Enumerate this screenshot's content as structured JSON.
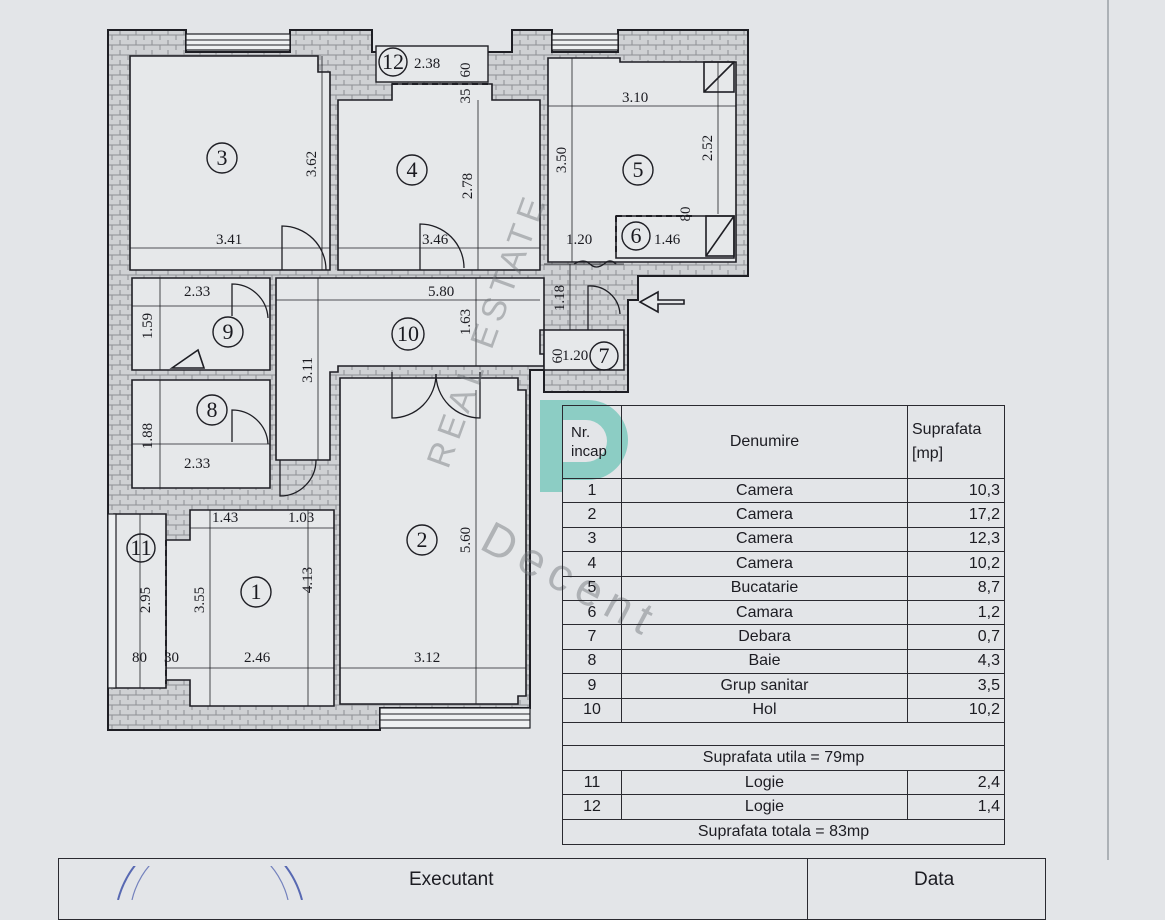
{
  "rooms_on_plan": {
    "r1": "1",
    "r2": "2",
    "r3": "3",
    "r4": "4",
    "r5": "5",
    "r6": "6",
    "r7": "7",
    "r8": "8",
    "r9": "9",
    "r10": "10",
    "r11": "11",
    "r12": "12"
  },
  "dimensions": {
    "d_2_38": "2.38",
    "d_60_top": "60",
    "d_35": "35",
    "d_3_10": "3.10",
    "d_3_62": "3.62",
    "d_2_78": "2.78",
    "d_3_50": "3.50",
    "d_2_52": "2.52",
    "d_80_r5": "80",
    "d_3_41": "3.41",
    "d_3_46": "3.46",
    "d_1_20": "1.20",
    "d_1_46": "1.46",
    "d_2_33_top": "2.33",
    "d_5_80": "5.80",
    "d_1_18": "1.18",
    "d_1_59": "1.59",
    "d_1_63": "1.63",
    "d_3_11": "3.11",
    "d_60_r7": "60",
    "d_1_20_r7": "1.20",
    "d_1_88": "1.88",
    "d_2_33_bot": "2.33",
    "d_1_43": "1.43",
    "d_1_03": "1.03",
    "d_2_95": "2.95",
    "d_3_55": "3.55",
    "d_4_13": "4.13",
    "d_5_60": "5.60",
    "d_80_bot": "80",
    "d_30_bot": "30",
    "d_2_46": "2.46",
    "d_3_12": "3.12"
  },
  "watermark": {
    "line1": "REAL ESTATE",
    "line2": "Decent"
  },
  "table": {
    "header": {
      "nr_line1": "Nr.",
      "nr_line2": "incap",
      "name": "Denumire",
      "area_line1": "Suprafata",
      "area_line2": "[mp]"
    },
    "rows": [
      {
        "nr": "1",
        "name": "Camera",
        "area": "10,3"
      },
      {
        "nr": "2",
        "name": "Camera",
        "area": "17,2"
      },
      {
        "nr": "3",
        "name": "Camera",
        "area": "12,3"
      },
      {
        "nr": "4",
        "name": "Camera",
        "area": "10,2"
      },
      {
        "nr": "5",
        "name": "Bucatarie",
        "area": "8,7"
      },
      {
        "nr": "6",
        "name": "Camara",
        "area": "1,2"
      },
      {
        "nr": "7",
        "name": "Debara",
        "area": "0,7"
      },
      {
        "nr": "8",
        "name": "Baie",
        "area": "4,3"
      },
      {
        "nr": "9",
        "name": "Grup sanitar",
        "area": "3,5"
      },
      {
        "nr": "10",
        "name": "Hol",
        "area": "10,2"
      }
    ],
    "useful_total": "Suprafata utila = 79mp",
    "loggias": [
      {
        "nr": "11",
        "name": "Logie",
        "area": "2,4"
      },
      {
        "nr": "12",
        "name": "Logie",
        "area": "1,4"
      }
    ],
    "grand_total": "Suprafata totala = 83mp"
  },
  "footer": {
    "executant": "Executant",
    "data": "Data"
  }
}
